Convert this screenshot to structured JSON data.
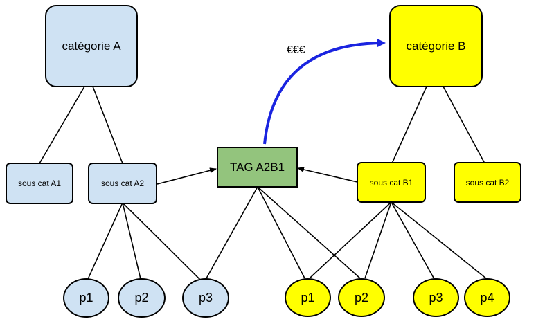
{
  "colors": {
    "blue_fill": "#cfe2f3",
    "yellow_fill": "#ffff00",
    "tag_fill": "#93c47d",
    "arrow_color": "#1a24e0"
  },
  "categories": {
    "a": "catégorie A",
    "b": "catégorie B"
  },
  "subcategories": {
    "a1": "sous cat A1",
    "a2": "sous cat A2",
    "b1": "sous cat B1",
    "b2": "sous cat B2"
  },
  "tag": "TAG A2B1",
  "arrow_label": "€€€",
  "products": {
    "a": [
      "p1",
      "p2",
      "p3"
    ],
    "b": [
      "p1",
      "p2",
      "p3",
      "p4"
    ]
  }
}
